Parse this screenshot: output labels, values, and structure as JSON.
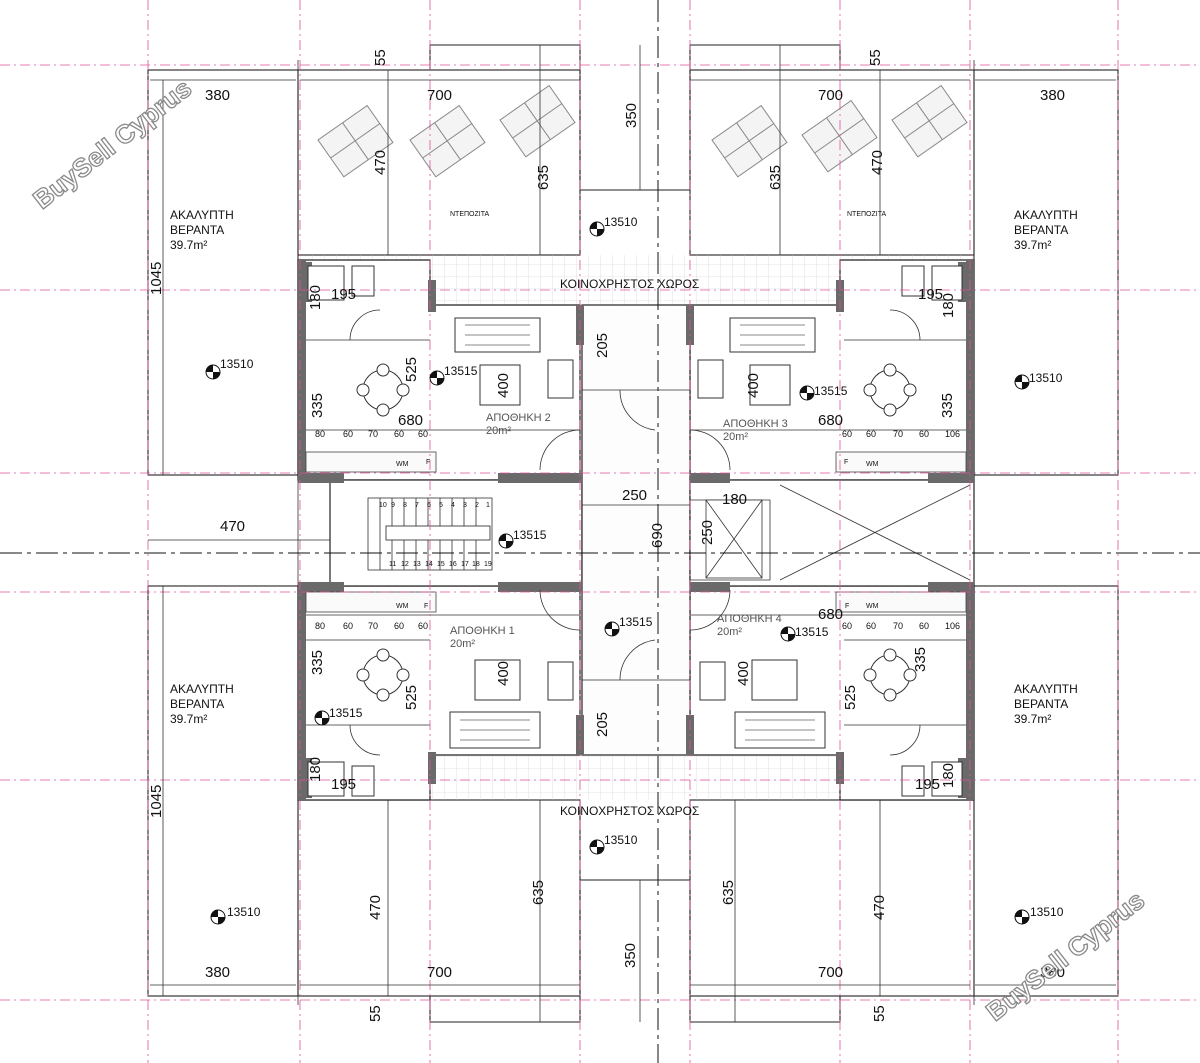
{
  "watermark": "BuySell Cyprus",
  "labels": {
    "uncovered_veranda": "ΑΚΑΛΥΠΤΗ",
    "veranda": "ΒΕΡΑΝΤΑ",
    "veranda_area": "39.7m²",
    "common_area": "ΚΟΙΝΟΧΡΗΣΤΟΣ ΧΩΡΟΣ",
    "tank": "ΝΤΕΠΟΖΙΤΑ",
    "storage_1": "ΑΠΟΘΗΚΗ 1",
    "storage_2": "ΑΠΟΘΗΚΗ 2",
    "storage_3": "ΑΠΟΘΗΚΗ 3",
    "storage_4": "ΑΠΟΘΗΚΗ 4",
    "storage_area": "20m²",
    "fridge": "F",
    "washer": "WM"
  },
  "levels": {
    "terrace": "13510",
    "floor": "13515"
  },
  "dims": {
    "d55": "55",
    "d380": "380",
    "d700": "700",
    "d350": "350",
    "d470": "470",
    "d635": "635",
    "d1045": "1045",
    "d195": "195",
    "d180": "180",
    "d525": "525",
    "d205": "205",
    "d400": "400",
    "d335": "335",
    "d680": "680",
    "d80": "80",
    "d60": "60",
    "d70": "70",
    "d106": "106",
    "d250": "250",
    "d690": "690"
  },
  "stair_steps_top": [
    "10",
    "9",
    "8",
    "7",
    "6",
    "5",
    "4",
    "3",
    "2",
    "1"
  ],
  "stair_steps_bottom": [
    "11",
    "12",
    "13",
    "14",
    "15",
    "16",
    "17",
    "18",
    "19"
  ]
}
